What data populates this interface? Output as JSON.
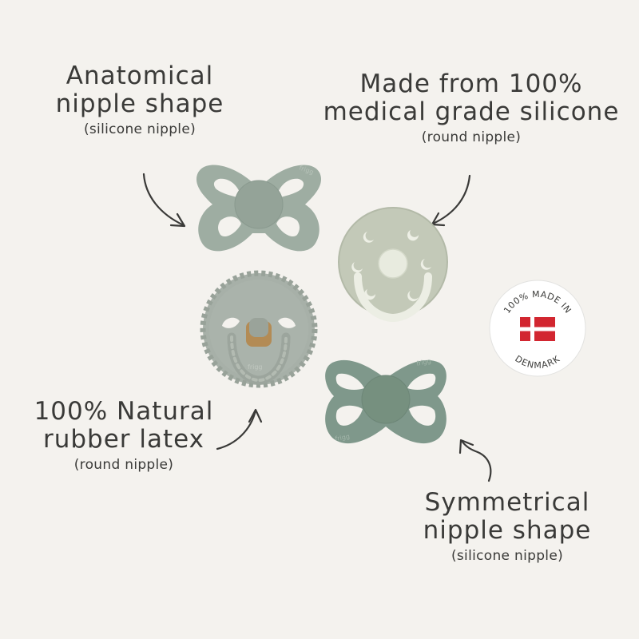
{
  "features": {
    "anatomical": {
      "title_line1": "Anatomical",
      "title_line2": "nipple shape",
      "note": "(silicone nipple)"
    },
    "medical": {
      "title_line1": "Made from 100%",
      "title_line2": "medical grade silicone",
      "note": "(round nipple)"
    },
    "natural": {
      "title_line1": "100% Natural",
      "title_line2": "rubber latex",
      "note": "(round nipple)"
    },
    "symmetrical": {
      "title_line1": "Symmetrical",
      "title_line2": "nipple shape",
      "note": "(silicone nipple)"
    }
  },
  "badge": {
    "top_text": "100% MADE IN",
    "bottom_text": "DENMARK",
    "flag": "denmark-flag"
  },
  "brand_marks": {
    "pacifier_logo": "frigg"
  },
  "colors": {
    "background": "#f4f2ee",
    "sage": "#9eada2",
    "sage_dark": "#8b9b90",
    "moon_sage": "#c3c9b8",
    "rope_sage": "#a7b0a8",
    "bow_sage": "#7f988b",
    "text": "#3a3a38",
    "flag_red": "#d22630"
  }
}
